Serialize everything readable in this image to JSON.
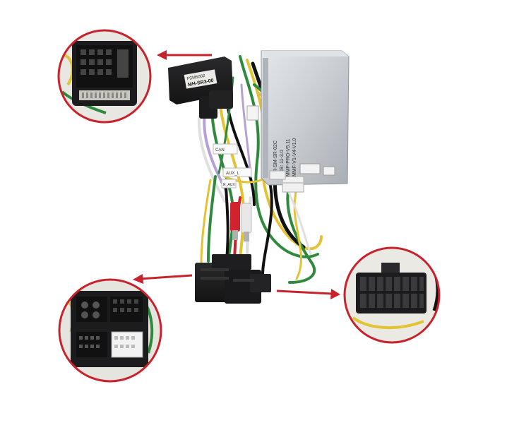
{
  "module_box": {
    "line1": "MR-SM-SR-02C",
    "line2": "PCB: 11-3.0",
    "line3": "MMF-PRO-V5.11",
    "line4": "MMF-V1-V4-V1.0"
  },
  "control_box": {
    "sticker_top": "FSM5002",
    "sticker_label": "MH-SR3-00"
  },
  "wire_tags": {
    "tag_1": "CAN",
    "tag_2": "AUX_L",
    "tag_3": "R_AUX"
  },
  "colors": {
    "circle_border": "#c8232c",
    "arrow": "#c8232c",
    "connector_body": "#1c1c1e",
    "module_metal": "#c9cdd2"
  },
  "icons": [
    "arrow-left-icon",
    "arrow-right-icon"
  ]
}
